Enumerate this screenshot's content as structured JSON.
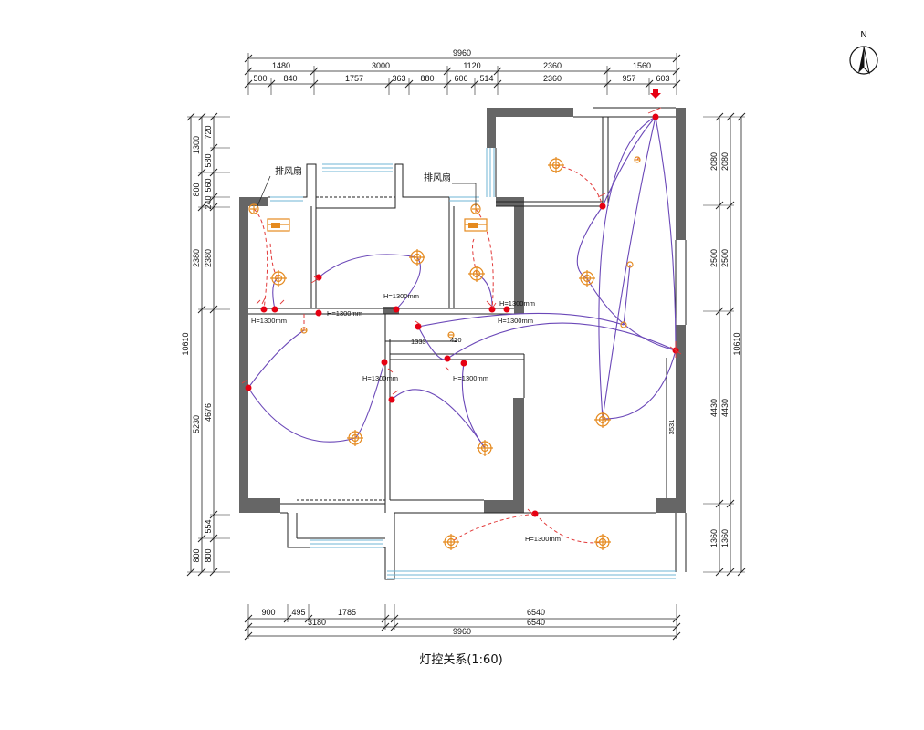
{
  "title": "灯控关系(1:60)",
  "north": "N",
  "fan_label": "排风扇",
  "height_note": "H=1300mm",
  "top_dims": {
    "overall": "9960",
    "row1": [
      "1480",
      "3000",
      "1120",
      "2360",
      "1560"
    ],
    "row2": [
      "500",
      "840",
      "1757",
      "363",
      "880",
      "606",
      "514",
      "2360",
      "957",
      "603"
    ]
  },
  "bottom_dims": {
    "row1": [
      "900",
      "495",
      "1785",
      "6540"
    ],
    "row2": [
      "3180",
      "6540"
    ],
    "overall": "9960"
  },
  "left_dims": {
    "overall": "10610",
    "outer": [
      "1300",
      "800",
      "2380",
      "5230",
      "800"
    ],
    "inner": [
      "720",
      "580",
      "560",
      "240",
      "2380",
      "4676",
      "554",
      "800"
    ]
  },
  "right_dims": {
    "overall": "10610",
    "outer": [
      "2080",
      "2500",
      "4430",
      "1360"
    ],
    "inner": [
      "2080",
      "2500",
      "4430",
      "1360"
    ]
  },
  "inner_dims": [
    "1333",
    "420",
    "3531"
  ],
  "colors": {
    "wall": "#666666",
    "wire": "#6b48b8",
    "switch": "#e60012",
    "lamp": "#e58a1f",
    "window": "#6fb6d6"
  }
}
